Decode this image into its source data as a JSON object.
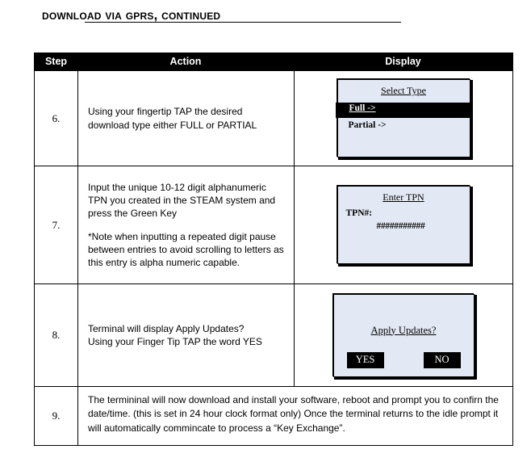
{
  "document": {
    "title": "Download Via GPRS, continued"
  },
  "table": {
    "headers": {
      "step": "Step",
      "action": "Action",
      "display": "Display"
    },
    "rows": [
      {
        "step": "6.",
        "action_lines": [
          "Using your fingertip TAP the desired",
          "download type either FULL or PARTIAL"
        ],
        "screen": {
          "type": "select-type",
          "title": "Select Type",
          "options": [
            {
              "label": "Full ->",
              "selected": true
            },
            {
              "label": "Partial ->",
              "selected": false
            }
          ]
        }
      },
      {
        "step": "7.",
        "action_lines": [
          "Input the unique 10-12 digit alphanumeric TPN you created in the STEAM system and press the Green Key",
          "*Note when inputting a repeated digit pause between entries to avoid scrolling to letters as this entry is alpha numeric capable."
        ],
        "screen": {
          "type": "enter-tpn",
          "title": "Enter TPN",
          "field_label": "TPN#:",
          "field_value": "###########"
        }
      },
      {
        "step": "8.",
        "action_lines": [
          "Terminal will display Apply Updates?",
          "Using your Finger Tip TAP the word YES"
        ],
        "screen": {
          "type": "apply-updates",
          "title": "Apply Updates?",
          "buttons": [
            {
              "label": "YES"
            },
            {
              "label": "NO"
            }
          ]
        }
      },
      {
        "step": "9.",
        "full_width_text": "The termininal will now download and install your software, reboot and prompt you to confirn the date/time. (this is set in 24 hour clock format only)  Once the terminal returns to the idle prompt it will automatically commincate to process a “Key Exchange”."
      }
    ]
  },
  "colors": {
    "header_bg": "#000000",
    "header_text": "#ffffff",
    "screen_bg": "#e3e9f4",
    "border": "#000000",
    "page_bg": "#ffffff"
  }
}
